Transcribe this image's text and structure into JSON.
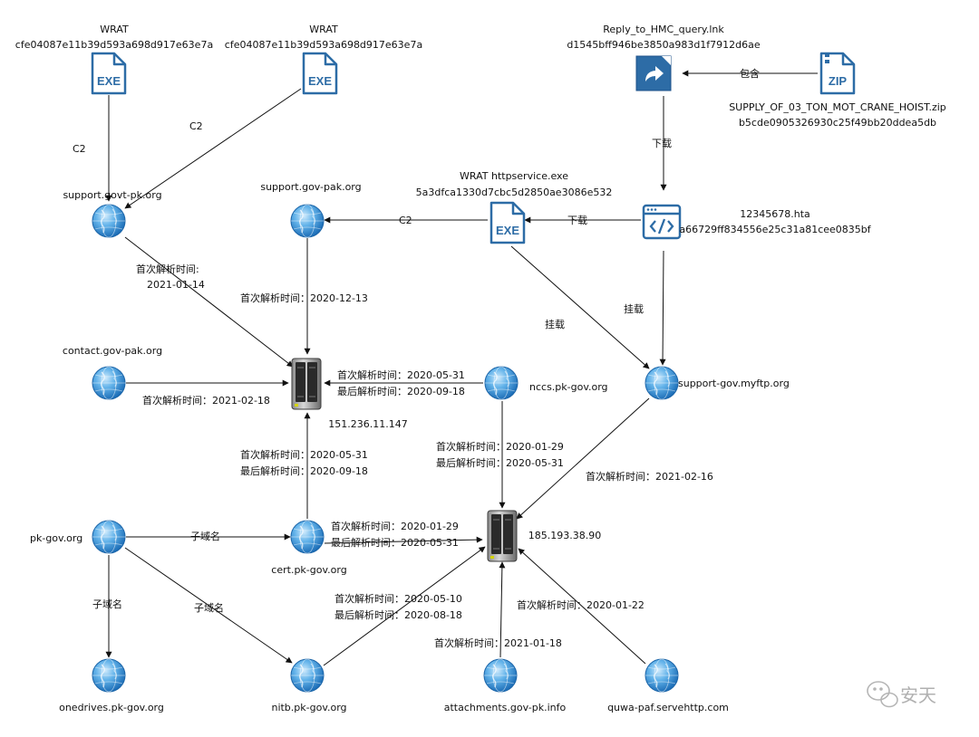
{
  "nodes": {
    "exe1": {
      "type": "exe",
      "label_line1": "WRAT",
      "label_line2": "cfe04087e11b39d593a698d917e63e7a"
    },
    "exe2": {
      "type": "exe",
      "label_line1": "WRAT",
      "label_line2": "cfe04087e11b39d593a698d917e63e7a"
    },
    "lnk": {
      "type": "lnk",
      "label_line1": "Reply_to_HMC_query.lnk",
      "label_line2": "d1545bff946be3850a983d1f7912d6ae"
    },
    "zip": {
      "type": "zip",
      "label_line1": "SUPPLY_OF_03_TON_MOT_CRANE_HOIST.zip",
      "label_line2": "b5cde0905326930c25f49bb20ddea5db"
    },
    "exe3": {
      "type": "exe",
      "label_line1": "WRAT httpservice.exe",
      "label_line2": "5a3dfca1330d7cbc5d2850ae3086e532"
    },
    "hta": {
      "type": "hta",
      "label_line1": "12345678.hta",
      "label_line2": "a66729ff834556e25c31a81cee0835bf"
    },
    "g_support_govt": {
      "type": "globe",
      "label": "support.govt-pk.org"
    },
    "g_support_gov_pak": {
      "type": "globe",
      "label": "support.gov-pak.org"
    },
    "g_contact": {
      "type": "globe",
      "label": "contact.gov-pak.org"
    },
    "g_nccs": {
      "type": "globe",
      "label": "nccs.pk-gov.org"
    },
    "g_myftp": {
      "type": "globe",
      "label": "support-gov.myftp.org"
    },
    "g_pkgov": {
      "type": "globe",
      "label": "pk-gov.org"
    },
    "g_cert": {
      "type": "globe",
      "label": "cert.pk-gov.org"
    },
    "g_onedrives": {
      "type": "globe",
      "label": "onedrives.pk-gov.org"
    },
    "g_nitb": {
      "type": "globe",
      "label": "nitb.pk-gov.org"
    },
    "g_attach": {
      "type": "globe",
      "label": "attachments.gov-pk.info"
    },
    "g_quwa": {
      "type": "globe",
      "label": "quwa-paf.servehttp.com"
    },
    "srv1": {
      "type": "server",
      "label": "151.236.11.147"
    },
    "srv2": {
      "type": "server",
      "label": "185.193.38.90"
    }
  },
  "edge_labels": {
    "exe1_c2": "C2",
    "exe2_c2": "C2",
    "zip_contains": "包含",
    "lnk_download": "下载",
    "hta_download": "下载",
    "exe3_c2": "C2",
    "exe3_mount": "挂载",
    "hta_mount": "挂载",
    "subdomain": "子域名",
    "support_govt_l1": "首次解析时间:",
    "support_govt_l2": "2021-01-14",
    "gov_pak_res": "首次解析时间：2020-12-13",
    "contact_res": "首次解析时间：2021-02-18",
    "nccs_srv1_l1": "首次解析时间：2020-05-31",
    "nccs_srv1_l2": "最后解析时间：2020-09-18",
    "cert_srv1_l1": "首次解析时间：2020-05-31",
    "cert_srv1_l2": "最后解析时间：2020-09-18",
    "nccs_srv2_l1": "首次解析时间：2020-01-29",
    "nccs_srv2_l2": "最后解析时间：2020-05-31",
    "myftp_res": "首次解析时间：2021-02-16",
    "cert_srv2_l1": "首次解析时间：2020-01-29",
    "cert_srv2_l2": "最后解析时间：2020-05-31",
    "nitb_l1": "首次解析时间：2020-05-10",
    "nitb_l2": "最后解析时间：2020-08-18",
    "attach_res": "首次解析时间：2021-01-18",
    "quwa_res": "首次解析时间：2020-01-22"
  },
  "watermark": {
    "text": "安天"
  },
  "colors": {
    "globe_dark": "#1e6fb8",
    "globe_light": "#8cc9f2",
    "file_blue": "#2d6ca6",
    "server_dark": "#3c3c3c",
    "edge": "#111111"
  }
}
